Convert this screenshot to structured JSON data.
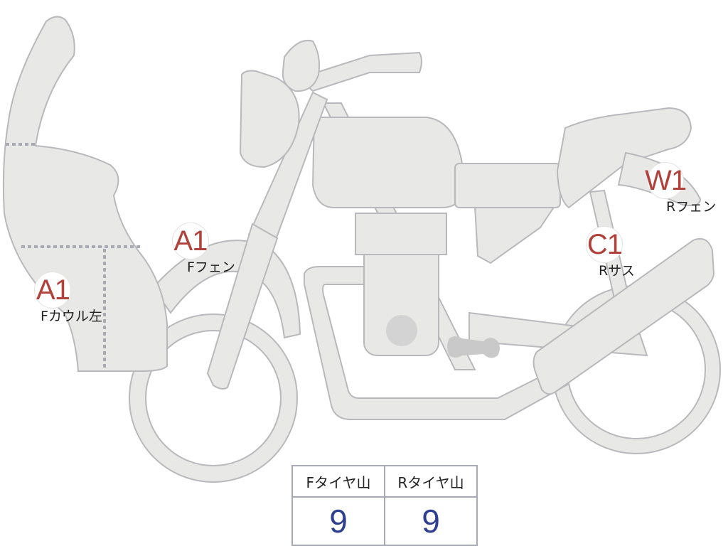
{
  "colors": {
    "part_fill": "#e8e8e6",
    "part_stroke": "#b9b9bd",
    "damage_code": "#b0423b",
    "tread_value": "#2d3f8e",
    "table_border": "#a7a9b4"
  },
  "damage_markers": [
    {
      "code": "A1",
      "label": "Fカウル左"
    },
    {
      "code": "A1",
      "label": "Fフェン"
    },
    {
      "code": "C1",
      "label": "Rサス"
    },
    {
      "code": "W1",
      "label": "Rフェン"
    }
  ],
  "tire_table": {
    "headers": [
      "Fタイヤ山",
      "Rタイヤ山"
    ],
    "values": [
      "9",
      "9"
    ]
  }
}
